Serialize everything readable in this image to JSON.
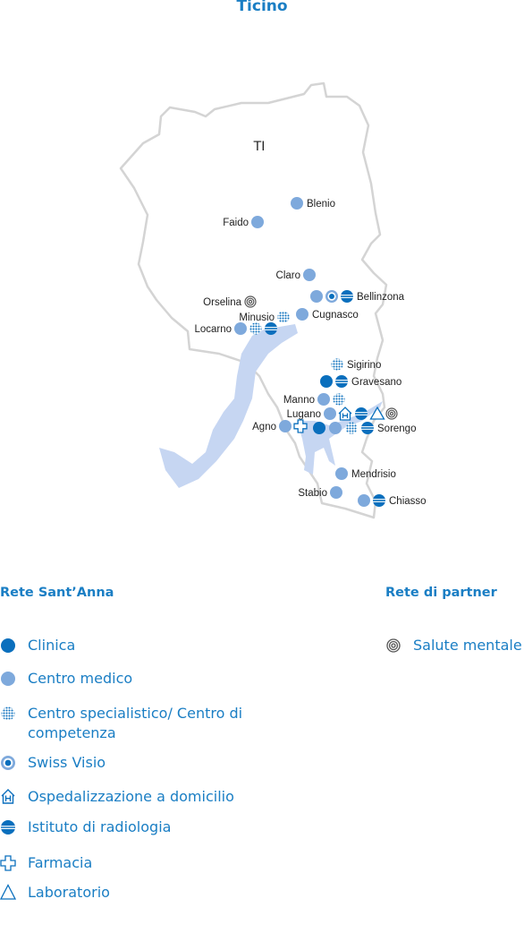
{
  "title": "Ticino",
  "canton_label": "TI",
  "locations": [
    {
      "name": "Blenio",
      "labelSide": "right",
      "markers": [
        "medical"
      ]
    },
    {
      "name": "Faido",
      "labelSide": "left",
      "markers": [
        "medical"
      ]
    },
    {
      "name": "Claro",
      "labelSide": "left",
      "markers": [
        "medical"
      ]
    },
    {
      "name": "Bellinzona",
      "labelSide": "right",
      "markers": [
        "medical",
        "swissvisio",
        "radiology"
      ]
    },
    {
      "name": "Orselina",
      "labelSide": "left",
      "markers": [
        "mental"
      ]
    },
    {
      "name": "Minusio",
      "labelSide": "left",
      "markers": [
        "specialist"
      ]
    },
    {
      "name": "Cugnasco",
      "labelSide": "right",
      "markers": [
        "medical"
      ]
    },
    {
      "name": "Locarno",
      "labelSide": "left",
      "markers": [
        "medical",
        "specialist",
        "radiology"
      ]
    },
    {
      "name": "Sigirino",
      "labelSide": "right",
      "markers": [
        "specialist"
      ]
    },
    {
      "name": "Gravesano",
      "labelSide": "right",
      "markers": [
        "clinic",
        "radiology"
      ]
    },
    {
      "name": "Manno",
      "labelSide": "left",
      "markers": [
        "medical",
        "specialist"
      ]
    },
    {
      "name": "Lugano",
      "labelSide": "left",
      "markers": [
        "medical",
        "homecare",
        "radiology",
        "lab",
        "mental"
      ]
    },
    {
      "name": "Agno",
      "labelSide": "left",
      "markers": [
        "medical",
        "pharmacy"
      ]
    },
    {
      "name": "Sorengo",
      "labelSide": "right",
      "markers": [
        "clinic",
        "medical",
        "specialist",
        "radiology"
      ]
    },
    {
      "name": "Mendrisio",
      "labelSide": "right",
      "markers": [
        "medical"
      ]
    },
    {
      "name": "Stabio",
      "labelSide": "left",
      "markers": [
        "medical"
      ]
    },
    {
      "name": "Chiasso",
      "labelSide": "right",
      "markers": [
        "medical",
        "radiology"
      ]
    }
  ],
  "legend": {
    "own_network_heading": "Rete Sant’Anna",
    "partner_heading": "Rete di partner",
    "items": [
      {
        "symbol": "clinic",
        "label": "Clinica"
      },
      {
        "symbol": "medical",
        "label": "Centro medico"
      },
      {
        "symbol": "specialist",
        "label": "Centro specialistico/ Centro di competenza"
      },
      {
        "symbol": "swissvisio",
        "label": "Swiss Visio"
      },
      {
        "symbol": "homecare",
        "label": "Ospedalizzazione a domicilio"
      },
      {
        "symbol": "radiology",
        "label": "Istituto di radiologia"
      },
      {
        "symbol": "pharmacy",
        "label": "Farmacia"
      },
      {
        "symbol": "lab",
        "label": "Laboratorio"
      }
    ],
    "partner_items": [
      {
        "symbol": "mental",
        "label": "Salute mentale"
      }
    ]
  },
  "colors": {
    "dark_blue": "#0a6fbd",
    "light_blue": "#7ea9dc",
    "text_blue": "#1a7ec4",
    "lake": "#c6d6f2",
    "border": "#d4d4d4"
  }
}
